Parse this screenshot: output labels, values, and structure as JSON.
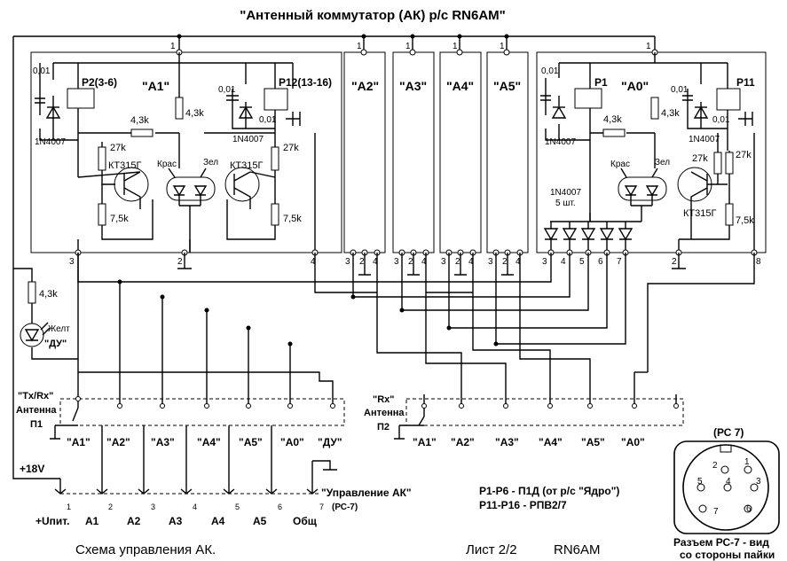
{
  "title": "\"Антенный коммутатор (АК) р/с RN6AM\"",
  "footer": {
    "caption": "Схема управления АК.",
    "sheet": "Лист 2/2",
    "author": "RN6AM"
  },
  "notes": {
    "relays1": "Р1-Р6 - П1Д (от р/с \"Ядро\")",
    "relays2": "Р11-Р16 - РПВ2/7"
  },
  "supply": "+18V",
  "connector": {
    "title": "Разъем РС-7 - вид",
    "title2": "со стороны пайки",
    "label": "(РС 7)",
    "pins": [
      "1",
      "2",
      "3",
      "4",
      "5",
      "6",
      "7"
    ]
  },
  "control": {
    "label": "\"Управление АК\"",
    "sub": "(РС-7)",
    "pins": [
      "+Uпит.",
      "А1",
      "А2",
      "А3",
      "А4",
      "А5",
      "Общ"
    ],
    "nums": [
      "1",
      "2",
      "3",
      "4",
      "5",
      "6",
      "7"
    ]
  },
  "p1": {
    "label1": "\"Tx/Rx\"",
    "label2": "Антенна",
    "label3": "П1",
    "outputs": [
      "\"А1\"",
      "\"А2\"",
      "\"А3\"",
      "\"А4\"",
      "\"А5\"",
      "\"А0\"",
      "\"ДУ\""
    ]
  },
  "p2": {
    "label1": "\"Rx\"",
    "label2": "Антенна",
    "label3": "П2",
    "outputs": [
      "\"А1\"",
      "\"А2\"",
      "\"А3\"",
      "\"А4\"",
      "\"А5\"",
      "\"А0\""
    ]
  },
  "modules": {
    "a1": {
      "name": "\"А1\"",
      "relay_a": "P2(3-6)",
      "relay_b": "P12(13-16)",
      "cap_a": "0,01",
      "cap_b": "0,01",
      "cap_c": "0,01",
      "diode_a": "1N4007",
      "diode_b": "1N4007",
      "r_base": "4,3k",
      "r_led": "4,3k",
      "r_top_a": "27k",
      "r_top_b": "27k",
      "r_bot_a": "7,5k",
      "r_bot_b": "7,5k",
      "tr_a": "КТ315Г",
      "tr_b": "КТ315Г",
      "led_red": "Крас",
      "led_green": "Зел",
      "pins": [
        "1",
        "3",
        "2",
        "4"
      ]
    },
    "a0": {
      "name": "\"А0\"",
      "relay_a": "P1",
      "relay_b": "P11",
      "cap_a": "0,01",
      "cap_b": "0,01",
      "cap_c": "0,01",
      "diode_a": "1N4007",
      "diode_b": "1N4007",
      "r_base": "4,3k",
      "r_led": "4,3k",
      "r_top_a": "27k",
      "r_top_b": "27k",
      "r_bot": "7,5k",
      "tr": "КТ315Г",
      "led_red": "Крас",
      "led_green": "Зел",
      "diodes": "1N4007",
      "diodes_qty": "5 шт.",
      "pins": [
        "1",
        "3",
        "4",
        "5",
        "6",
        "7",
        "2",
        "8"
      ]
    },
    "blank": [
      {
        "name": "\"А2\"",
        "pins": [
          "1",
          "3",
          "2",
          "4"
        ]
      },
      {
        "name": "\"А3\"",
        "pins": [
          "1",
          "3",
          "2",
          "4"
        ]
      },
      {
        "name": "\"А4\"",
        "pins": [
          "1",
          "3",
          "2",
          "4"
        ]
      },
      {
        "name": "\"А5\"",
        "pins": [
          "1",
          "3",
          "2",
          "4"
        ]
      }
    ]
  },
  "indicator": {
    "r": "4,3k",
    "led": "Желт",
    "name": "\"ДУ\""
  }
}
